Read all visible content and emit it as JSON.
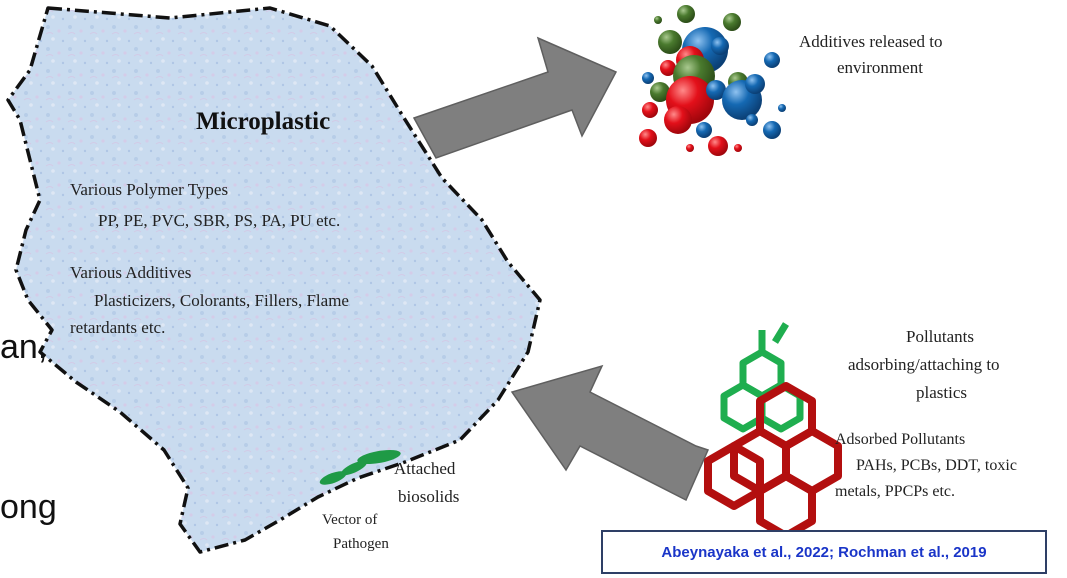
{
  "background_fragments": {
    "line_a": "an,",
    "line_b": "ong"
  },
  "microplastic": {
    "title": "Microplastic",
    "polymer_heading": "Various Polymer Types",
    "polymer_list": "PP, PE, PVC, SBR, PS, PA, PU etc.",
    "additive_heading": "Various Additives",
    "additive_list_line1": "Plasticizers, Colorants, Fillers, Flame",
    "additive_list_line2": "retardants etc."
  },
  "additives_release": {
    "label_line1": "Additives released to",
    "label_line2": "environment"
  },
  "pollutants": {
    "label_line1": "Pollutants",
    "label_line2": "adsorbing/attaching to",
    "label_line3": "plastics",
    "adsorbed_heading": "Adsorbed Pollutants",
    "adsorbed_line1": "PAHs, PCBs, DDT, toxic",
    "adsorbed_line2": "metals, PPCPs etc."
  },
  "biosolids": {
    "label_line1": "Attached",
    "label_line2": "biosolids",
    "vector_line1": "Vector of",
    "vector_line2": "Pathogen"
  },
  "citation": "Abeynayaka et al., 2022; Rochman et al., 2019",
  "colors": {
    "particle_fill": "#c7d9ee",
    "particle_outline": "#111111",
    "arrow_fill": "#7f7f7f",
    "bubble_red": "#e3101a",
    "bubble_green": "#4a7a2e",
    "bubble_blue": "#1569b3",
    "hex_red": "#b30f0f",
    "hex_green": "#1fae4f",
    "biosolid_green": "#1f9a46",
    "citation_text": "#1a35c8",
    "citation_border": "#2e3f66"
  }
}
